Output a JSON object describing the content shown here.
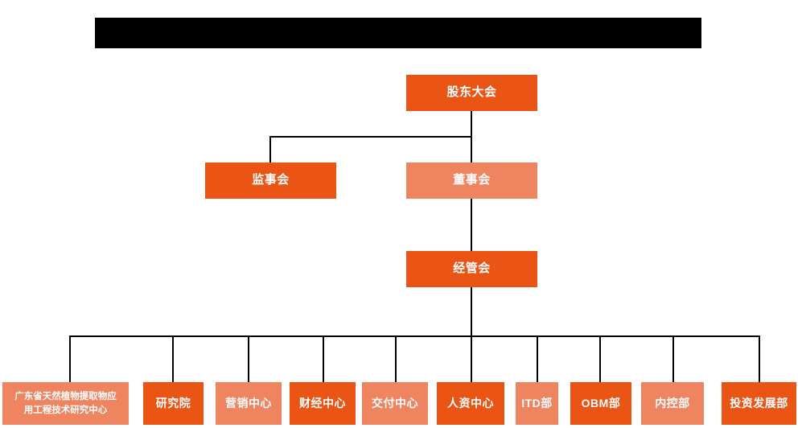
{
  "page": {
    "title_bar": {
      "redacted": true,
      "label": ""
    },
    "background_color": "#ffffff",
    "colors": {
      "dark_orange": "#EA5415",
      "light_orange": "#EF8560",
      "connector": "#000000",
      "title_bar": "#000000",
      "node_text": "#ffffff"
    }
  },
  "chart_data": {
    "type": "diagram",
    "title": "",
    "levels": [
      {
        "level": 1,
        "nodes": [
          "shareholders-meeting"
        ]
      },
      {
        "level": 2,
        "nodes": [
          "board-of-supervisors",
          "board-of-directors"
        ]
      },
      {
        "level": 3,
        "nodes": [
          "management-committee"
        ]
      },
      {
        "level": 4,
        "nodes": [
          "guangdong-research-center",
          "research-institute",
          "marketing-center",
          "finance-center",
          "delivery-center",
          "hr-center",
          "itd-dept",
          "obm-dept",
          "internal-control-dept",
          "investment-development-dept"
        ]
      }
    ],
    "edges": [
      [
        "shareholders-meeting",
        "board-of-supervisors"
      ],
      [
        "shareholders-meeting",
        "board-of-directors"
      ],
      [
        "board-of-directors",
        "management-committee"
      ],
      [
        "management-committee",
        "guangdong-research-center"
      ],
      [
        "management-committee",
        "research-institute"
      ],
      [
        "management-committee",
        "marketing-center"
      ],
      [
        "management-committee",
        "finance-center"
      ],
      [
        "management-committee",
        "delivery-center"
      ],
      [
        "management-committee",
        "hr-center"
      ],
      [
        "management-committee",
        "itd-dept"
      ],
      [
        "management-committee",
        "obm-dept"
      ],
      [
        "management-committee",
        "internal-control-dept"
      ],
      [
        "management-committee",
        "investment-development-dept"
      ]
    ]
  },
  "nodes": {
    "level1": [
      {
        "id": "shareholders-meeting",
        "label": "股东大会",
        "shade": "dark"
      }
    ],
    "level2": [
      {
        "id": "board-of-supervisors",
        "label": "监事会",
        "shade": "dark"
      },
      {
        "id": "board-of-directors",
        "label": "董事会",
        "shade": "light"
      }
    ],
    "level3": [
      {
        "id": "management-committee",
        "label": "经管会",
        "shade": "dark"
      }
    ],
    "level4": [
      {
        "id": "guangdong-research-center",
        "label_line1": "广东省天然植物提取物应",
        "label_line2": "用工程技术研究中心",
        "shade": "light"
      },
      {
        "id": "research-institute",
        "label": "研究院",
        "shade": "dark"
      },
      {
        "id": "marketing-center",
        "label": "营销中心",
        "shade": "light"
      },
      {
        "id": "finance-center",
        "label": "财经中心",
        "shade": "dark"
      },
      {
        "id": "delivery-center",
        "label": "交付中心",
        "shade": "light"
      },
      {
        "id": "hr-center",
        "label": "人资中心",
        "shade": "dark"
      },
      {
        "id": "itd-dept",
        "label": "ITD部",
        "shade": "light"
      },
      {
        "id": "obm-dept",
        "label": "OBM部",
        "shade": "dark"
      },
      {
        "id": "internal-control-dept",
        "label": "内控部",
        "shade": "light"
      },
      {
        "id": "investment-development-dept",
        "label": "投资发展部",
        "shade": "dark"
      }
    ]
  }
}
